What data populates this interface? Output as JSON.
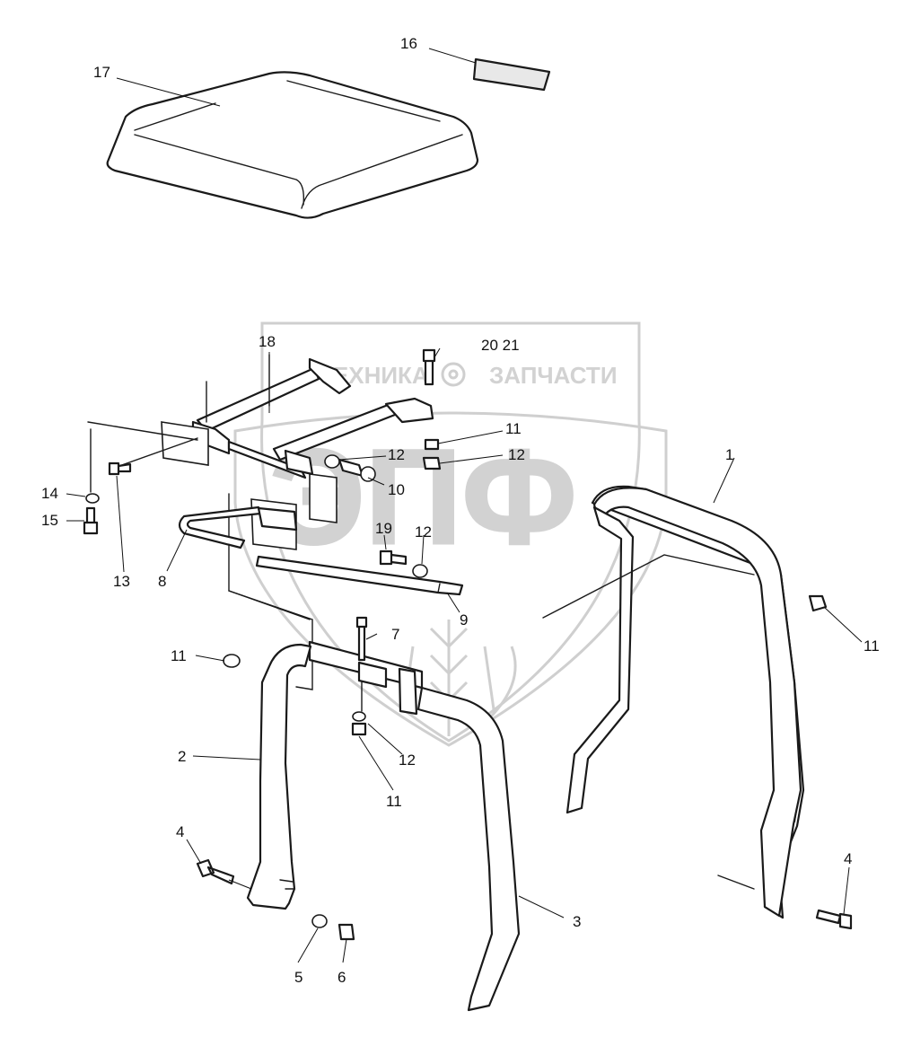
{
  "watermark": {
    "top_text_left": "ТЕХНИКА",
    "top_text_right": "ЗАПЧАСТИ",
    "big_text": "ЭПФ",
    "gear_icon": "gear-icon"
  },
  "callouts": [
    {
      "id": "c1",
      "text": "1"
    },
    {
      "id": "c2",
      "text": "2"
    },
    {
      "id": "c3",
      "text": "3"
    },
    {
      "id": "c4a",
      "text": "4"
    },
    {
      "id": "c4b",
      "text": "4"
    },
    {
      "id": "c5",
      "text": "5"
    },
    {
      "id": "c6",
      "text": "6"
    },
    {
      "id": "c7",
      "text": "7"
    },
    {
      "id": "c8",
      "text": "8"
    },
    {
      "id": "c9",
      "text": "9"
    },
    {
      "id": "c10",
      "text": "10"
    },
    {
      "id": "c11a",
      "text": "11"
    },
    {
      "id": "c11b",
      "text": "11"
    },
    {
      "id": "c11c",
      "text": "11"
    },
    {
      "id": "c11d",
      "text": "11"
    },
    {
      "id": "c12a",
      "text": "12"
    },
    {
      "id": "c12b",
      "text": "12"
    },
    {
      "id": "c12c",
      "text": "12"
    },
    {
      "id": "c12d",
      "text": "12"
    },
    {
      "id": "c13",
      "text": "13"
    },
    {
      "id": "c14",
      "text": "14"
    },
    {
      "id": "c15",
      "text": "15"
    },
    {
      "id": "c16",
      "text": "16"
    },
    {
      "id": "c17",
      "text": "17"
    },
    {
      "id": "c18",
      "text": "18"
    },
    {
      "id": "c19",
      "text": "19"
    },
    {
      "id": "c2021",
      "text": "20 21"
    }
  ]
}
